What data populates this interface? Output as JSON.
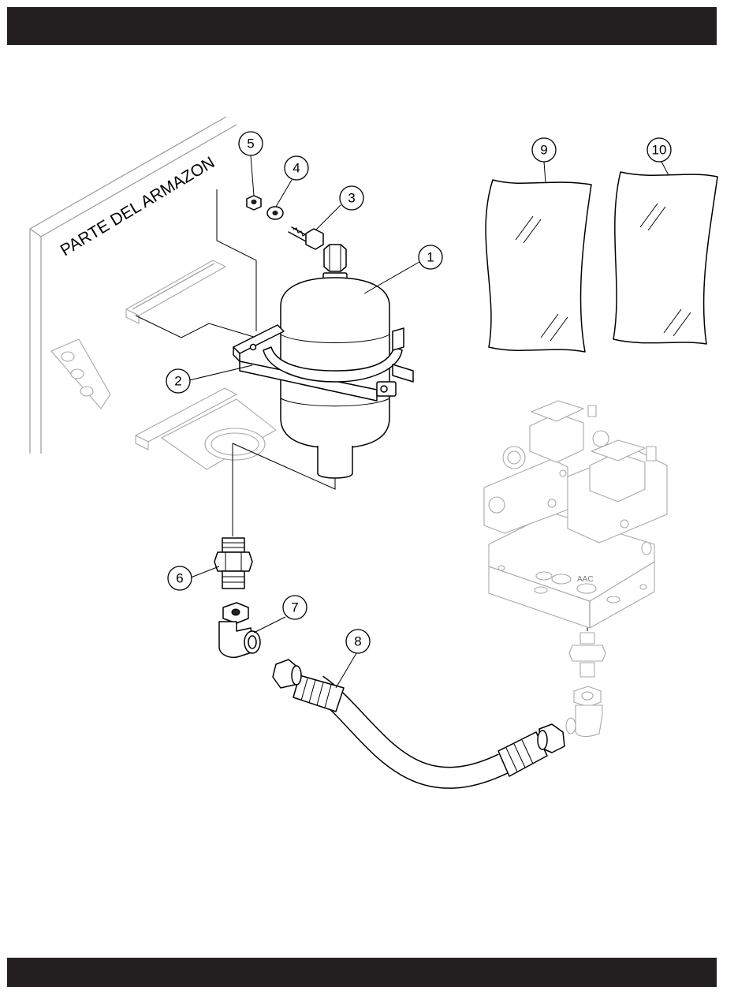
{
  "frame_label": "PARTE DEL ARMAZON",
  "manifold_label": "AAC",
  "callouts": [
    "1",
    "2",
    "3",
    "4",
    "5",
    "6",
    "7",
    "8",
    "9",
    "10"
  ]
}
